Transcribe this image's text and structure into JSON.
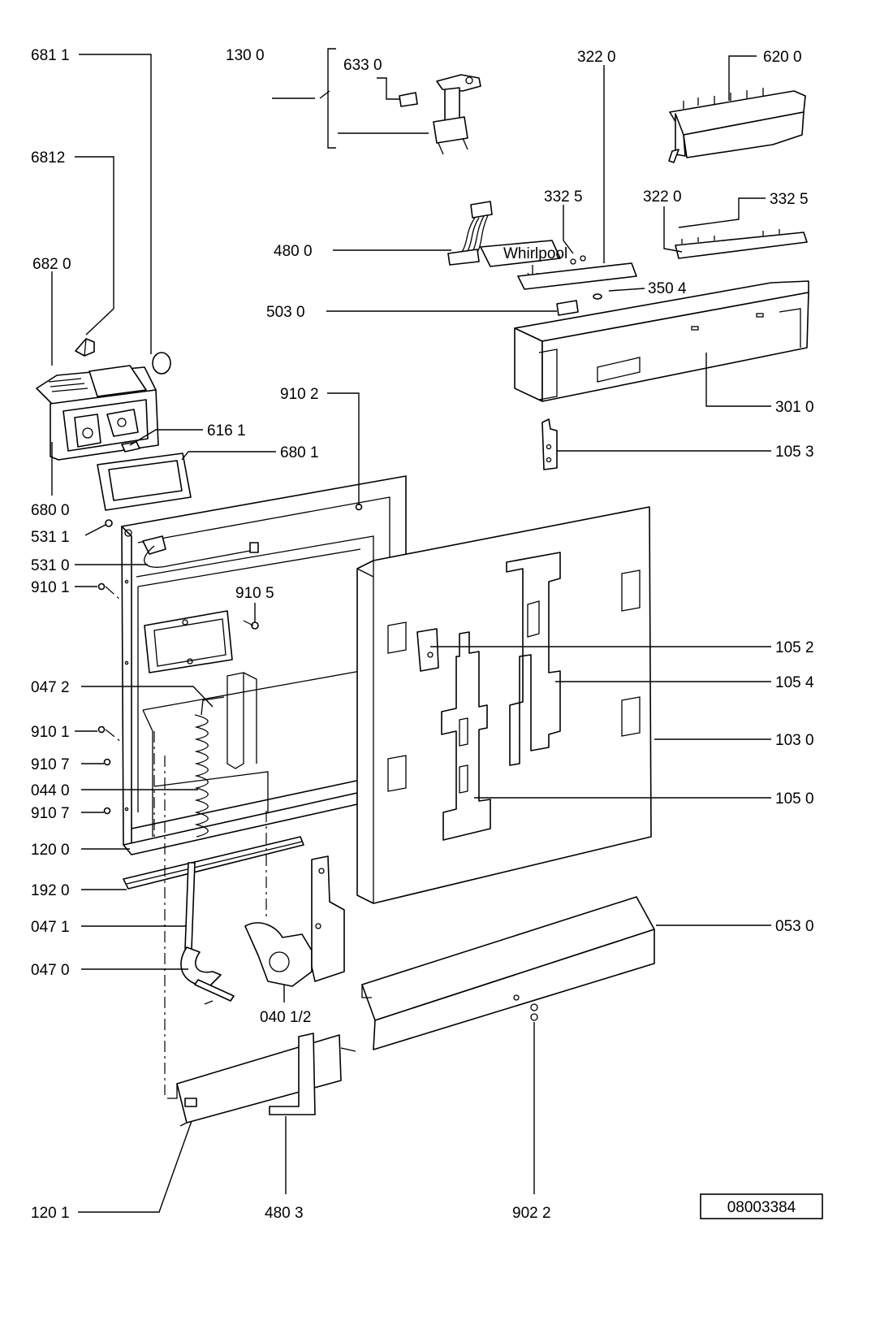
{
  "diagram_id": "08003384",
  "brand_plate": "Whirlpool",
  "labels": {
    "l6811": "681 1",
    "l1300": "130 0",
    "l6330": "633 0",
    "l3220a": "322 0",
    "l6200": "620 0",
    "l6812": "6812",
    "l3325a": "332 5",
    "l3220b": "322  0",
    "l3325b": "332  5",
    "l4800": "480 0",
    "l6820": "682 0",
    "l3504": "350 4",
    "l5030": "503 0",
    "l9102": "910 2",
    "l3010": "301 0",
    "l6161": "616 1",
    "l6801": "680 1",
    "l1053": "105 3",
    "l6800": "680 0",
    "l5311": "531 1",
    "l5310": "531 0",
    "l9101a": "910 1",
    "l9105": "910 5",
    "l1052": "105 2",
    "l0472": "047 2",
    "l1054": "105 4",
    "l9101b": "910 1",
    "l1030": "103 0",
    "l9107a": "910 7",
    "l0440": "044 0",
    "l1050": "105 0",
    "l9107b": "910 7",
    "l1200": "120 0",
    "l1920": "192 0",
    "l0471": "047 1",
    "l0530": "053 0",
    "l0470": "047 0",
    "l0401": "040 1/2",
    "l1201": "120 1",
    "l4803": "480 3",
    "l9022": "902 2"
  }
}
